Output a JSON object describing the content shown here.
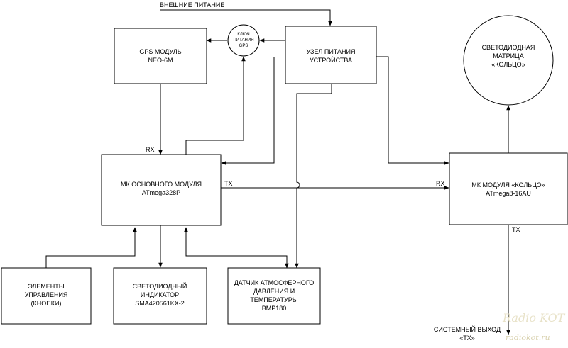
{
  "diagram": {
    "nodes": {
      "gps": [
        "GPS МОДУЛЬ",
        "NEO-6M"
      ],
      "power_key": [
        "КЛЮЧ",
        "ПИТАНИЯ",
        "GPS"
      ],
      "power_unit": [
        "УЗЕЛ ПИТАНИЯ",
        "УСТРОЙСТВА"
      ],
      "led_matrix": [
        "СВЕТОДИОДНАЯ",
        "МАТРИЦА",
        "«КОЛЬЦО»"
      ],
      "main_mcu": [
        "МК ОСНОВНОГО МОДУЛЯ",
        "ATmega328P"
      ],
      "ring_mcu": [
        "МК МОДУЛЯ «КОЛЬЦО»",
        "ATmega8-16AU"
      ],
      "controls": [
        "ЭЛЕМЕНТЫ",
        "УПРАВЛЕНИЯ",
        "(КНОПКИ)"
      ],
      "led_indicator": [
        "СВЕТОДИОДНЫЙ",
        "ИНДИКАТОР",
        "SMA420561KX-2"
      ],
      "sensor": [
        "ДАТЧИК АТМОСФЕРНОГО",
        "ДАВЛЕНИЯ И",
        "ТЕМПЕРАТУРЫ",
        "BMP180"
      ]
    },
    "labels": {
      "external_power": "ВНЕШНИЕ ПИТАНИЕ",
      "gps_rx": "RX",
      "main_tx": "TX",
      "ring_rx": "RX",
      "ring_tx": "TX",
      "system_output": [
        "СИСТЕМНЫЙ ВЫХОД",
        "«TX»"
      ]
    },
    "watermark": [
      "Radio KOT",
      "radiokot.ru"
    ]
  }
}
